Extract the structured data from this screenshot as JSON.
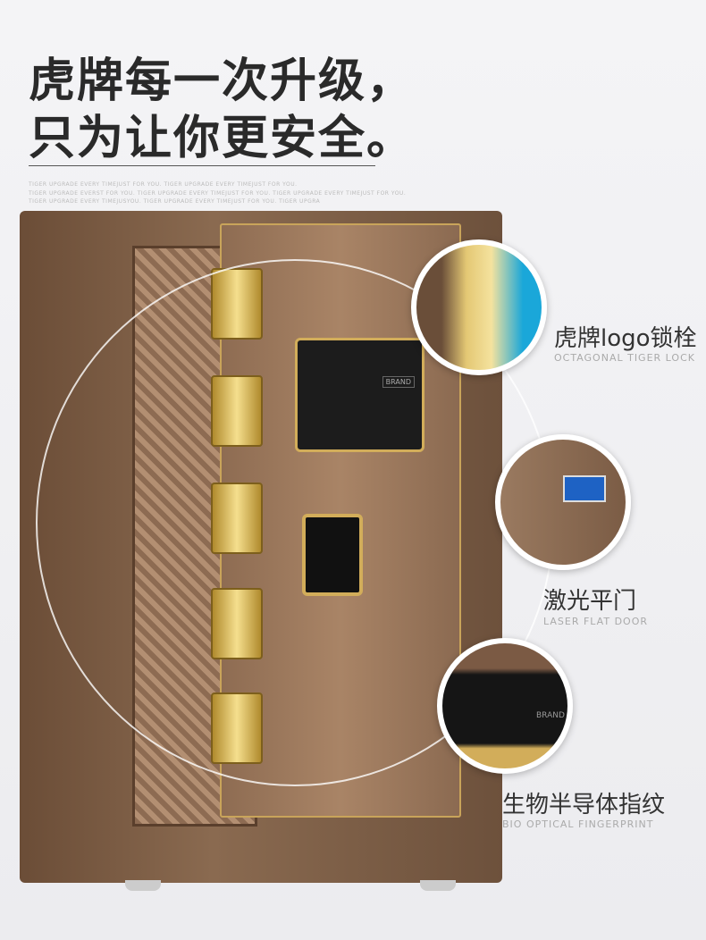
{
  "headline": {
    "line1": "虎牌每一次升级，",
    "line2": "只为让你更安全。"
  },
  "tagline": [
    "TIGER UPGRADE EVERY TIMEJUST FOR YOU. TIGER UPGRADE EVERY TIMEJUST FOR YOU.",
    "TIGER UPGRADE EVERST FOR YOU. TIGER UPGRADE EVERY TIMEJUST FOR YOU. TIGER UPGRADE EVERY TIMEJUST FOR YOU.",
    "TIGER UPGRADE EVERY TIMEJUSYOU. TIGER UPGRADE EVERY TIMEJUST FOR YOU. TIGER UPGRA"
  ],
  "features": [
    {
      "title": "虎牌logo锁栓",
      "subtitle": "OCTAGONAL TIGER LOCK"
    },
    {
      "title": "激光平门",
      "subtitle": "LASER FLAT DOOR"
    },
    {
      "title": "生物半导体指纹",
      "subtitle": "BIO OPTICAL FINGERPRINT"
    }
  ],
  "keypad": {
    "brand": "BRAND"
  }
}
